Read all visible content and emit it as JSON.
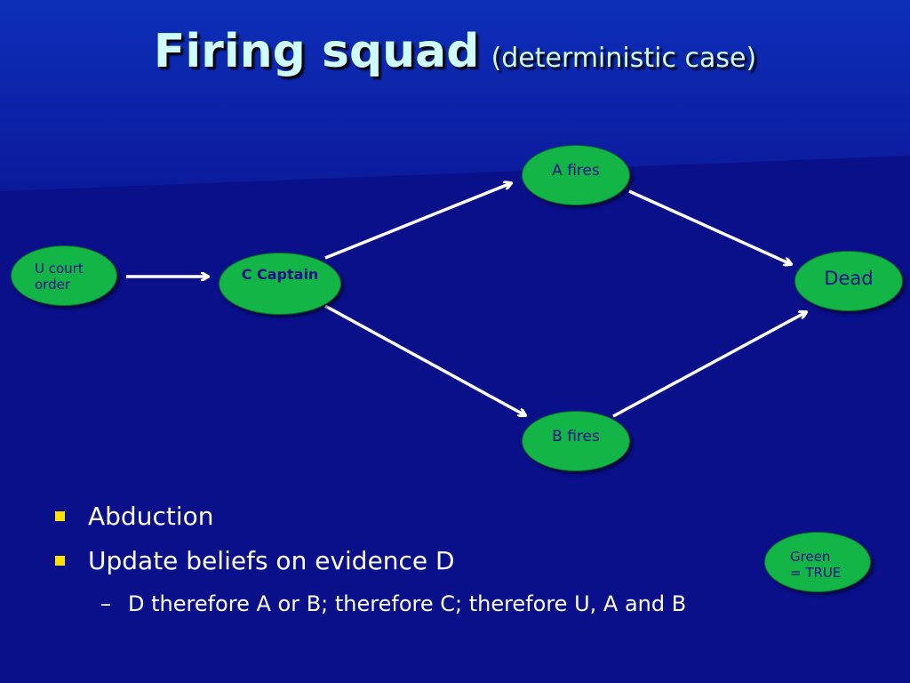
{
  "slide": {
    "title": "Firing squad",
    "subtitle": "(deterministic case)"
  },
  "diagram": {
    "nodes": {
      "u": "U court order",
      "c": "C Captain",
      "a": "A fires",
      "b": "B fires",
      "dead": "Dead"
    },
    "legend": "Green = TRUE"
  },
  "bullets": {
    "items": [
      "Abduction",
      "Update beliefs on evidence D"
    ],
    "sub_items": [
      "D therefore A or B; therefore C; therefore U, A and B"
    ]
  },
  "colors": {
    "background": "#0a0f8a",
    "title": "#cffcfc",
    "node_fill": "#13b646",
    "bullet_marker": "#ffe100",
    "arrow": "#ffffff"
  }
}
